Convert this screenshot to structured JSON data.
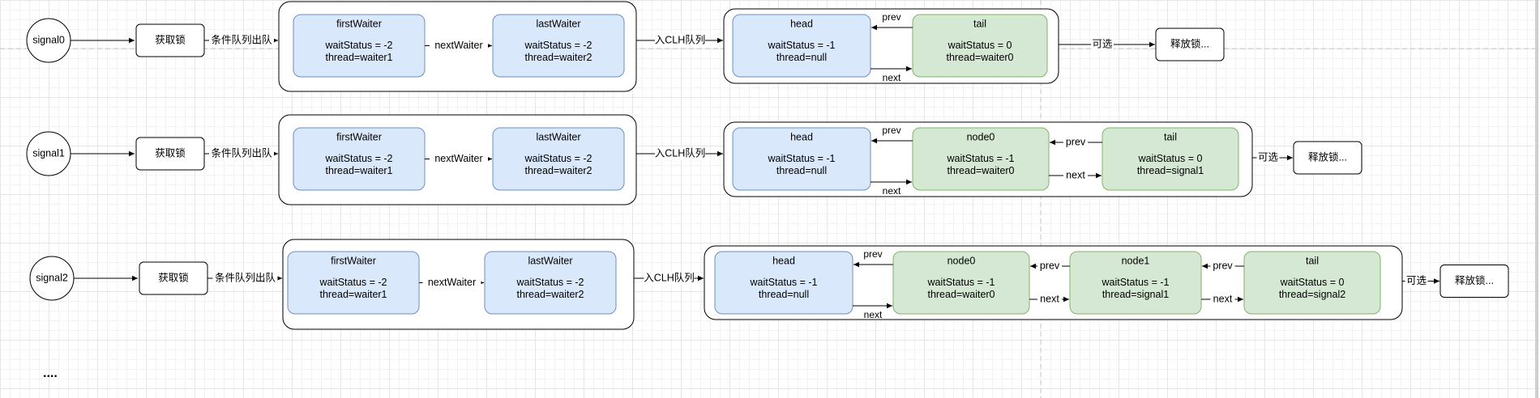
{
  "colors": {
    "blue_fill": "#dae8fc",
    "blue_stroke": "#6c8ebf",
    "green_fill": "#d5e8d4",
    "green_stroke": "#82b366",
    "line": "#000000"
  },
  "rows": [
    {
      "signal": "signal0",
      "acquire": "获取锁",
      "dequeue_label": "条件队列出队",
      "cond_nodes": [
        {
          "title": "firstWaiter",
          "line1": "waitStatus = -2",
          "line2": "thread=waiter1"
        },
        {
          "title": "lastWaiter",
          "line1": "waitStatus = -2",
          "line2": "thread=waiter2"
        }
      ],
      "next_waiter_label": "nextWaiter",
      "enqueue_label": "入CLH队列",
      "clh_nodes": [
        {
          "title": "head",
          "line1": "waitStatus = -1",
          "line2": "thread=null",
          "color": "blue"
        },
        {
          "title": "tail",
          "line1": "waitStatus = 0",
          "line2": "thread=waiter0",
          "color": "green"
        }
      ],
      "prev_label": "prev",
      "next_label": "next",
      "optional_label": "可选",
      "release": "释放锁..."
    },
    {
      "signal": "signal1",
      "acquire": "获取锁",
      "dequeue_label": "条件队列出队",
      "cond_nodes": [
        {
          "title": "firstWaiter",
          "line1": "waitStatus = -2",
          "line2": "thread=waiter1"
        },
        {
          "title": "lastWaiter",
          "line1": "waitStatus = -2",
          "line2": "thread=waiter2"
        }
      ],
      "next_waiter_label": "nextWaiter",
      "enqueue_label": "入CLH队列",
      "clh_nodes": [
        {
          "title": "head",
          "line1": "waitStatus = -1",
          "line2": "thread=null",
          "color": "blue"
        },
        {
          "title": "node0",
          "line1": "waitStatus = -1",
          "line2": "thread=waiter0",
          "color": "green"
        },
        {
          "title": "tail",
          "line1": "waitStatus = 0",
          "line2": "thread=signal1",
          "color": "green"
        }
      ],
      "prev_label": "prev",
      "next_label": "next",
      "optional_label": "可选",
      "release": "释放锁..."
    },
    {
      "signal": "signal2",
      "acquire": "获取锁",
      "dequeue_label": "条件队列出队",
      "cond_nodes": [
        {
          "title": "firstWaiter",
          "line1": "waitStatus = -2",
          "line2": "thread=waiter1"
        },
        {
          "title": "lastWaiter",
          "line1": "waitStatus = -2",
          "line2": "thread=waiter2"
        }
      ],
      "next_waiter_label": "nextWaiter",
      "enqueue_label": "入CLH队列",
      "clh_nodes": [
        {
          "title": "head",
          "line1": "waitStatus = -1",
          "line2": "thread=null",
          "color": "blue"
        },
        {
          "title": "node0",
          "line1": "waitStatus = -1",
          "line2": "thread=waiter0",
          "color": "green"
        },
        {
          "title": "node1",
          "line1": "waitStatus = -1",
          "line2": "thread=signal1",
          "color": "green"
        },
        {
          "title": "tail",
          "line1": "waitStatus = 0",
          "line2": "thread=signal2",
          "color": "green"
        }
      ],
      "prev_label": "prev",
      "next_label": "next",
      "optional_label": "可选",
      "release": "释放锁..."
    }
  ],
  "ellipsis": "...."
}
